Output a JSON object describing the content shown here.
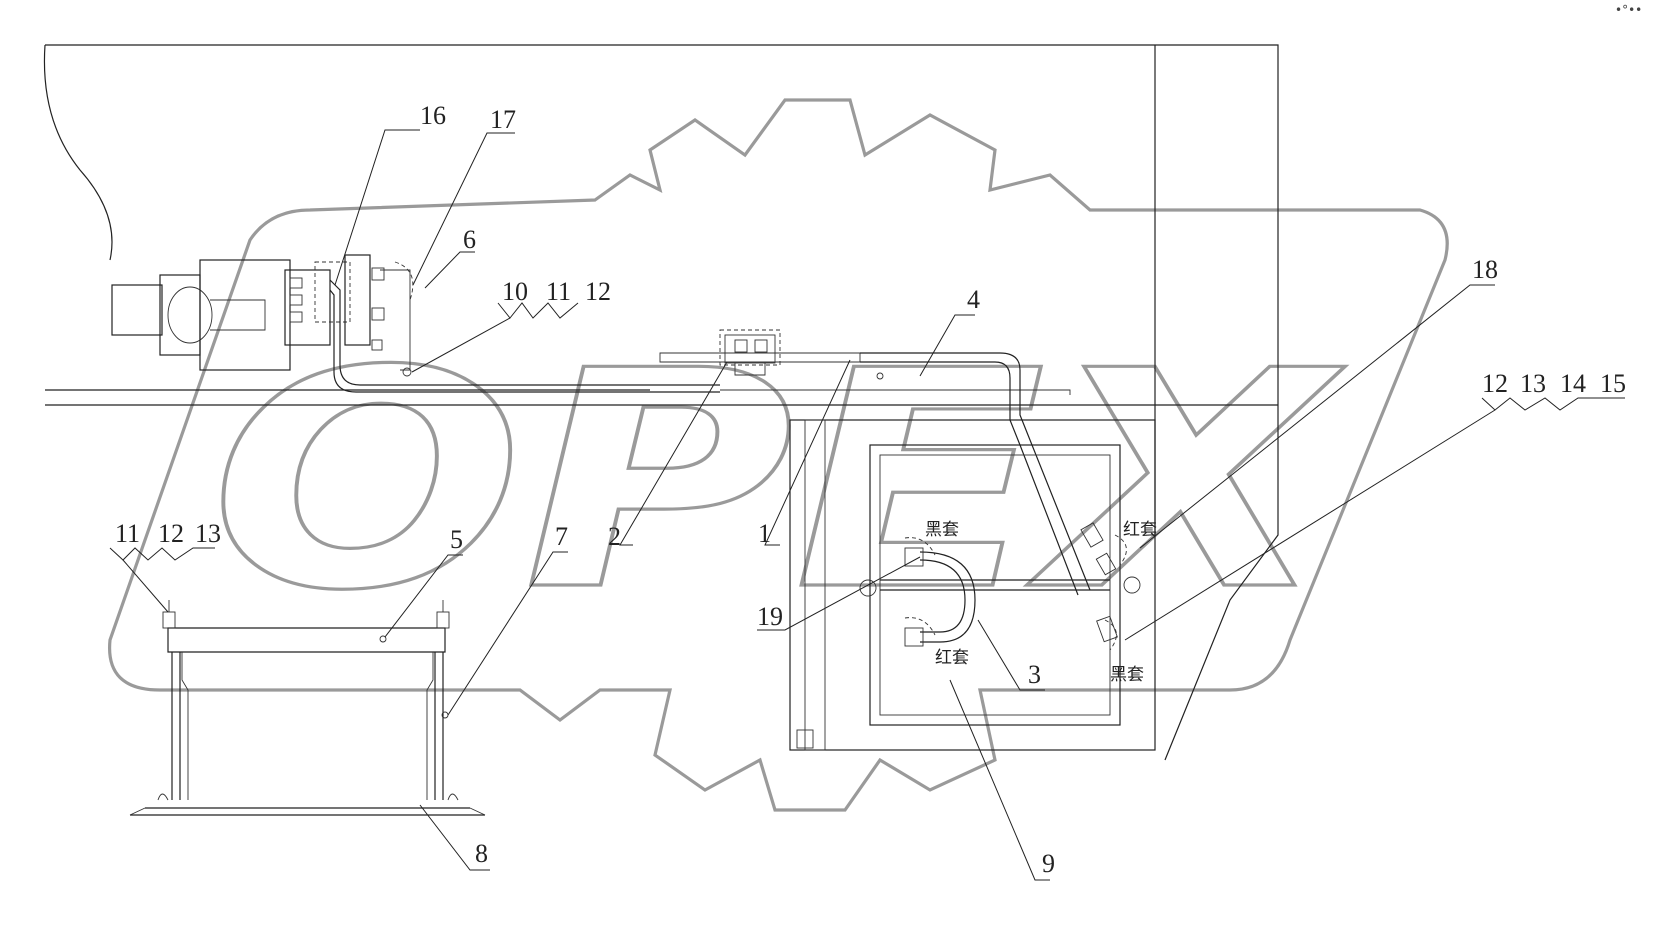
{
  "watermark": {
    "text": "OPEX"
  },
  "callouts": {
    "n1": "1",
    "n2": "2",
    "n3": "3",
    "n4": "4",
    "n5": "5",
    "n6": "6",
    "n7": "7",
    "n8": "8",
    "n9": "9",
    "n10": "10",
    "n11": "11",
    "n12": "12",
    "n16": "16",
    "n17": "17",
    "n18": "18",
    "n19": "19",
    "g1_11": "11",
    "g1_12": "12",
    "g1_13": "13",
    "g2_12": "12",
    "g2_13": "13",
    "g2_14": "14",
    "g2_15": "15"
  },
  "labels": {
    "black_sleeve_top": "黑套",
    "red_sleeve_top": "红套",
    "red_sleeve_bottom": "红套",
    "black_sleeve_bottom": "黑套"
  },
  "corner_mark": "•°••"
}
